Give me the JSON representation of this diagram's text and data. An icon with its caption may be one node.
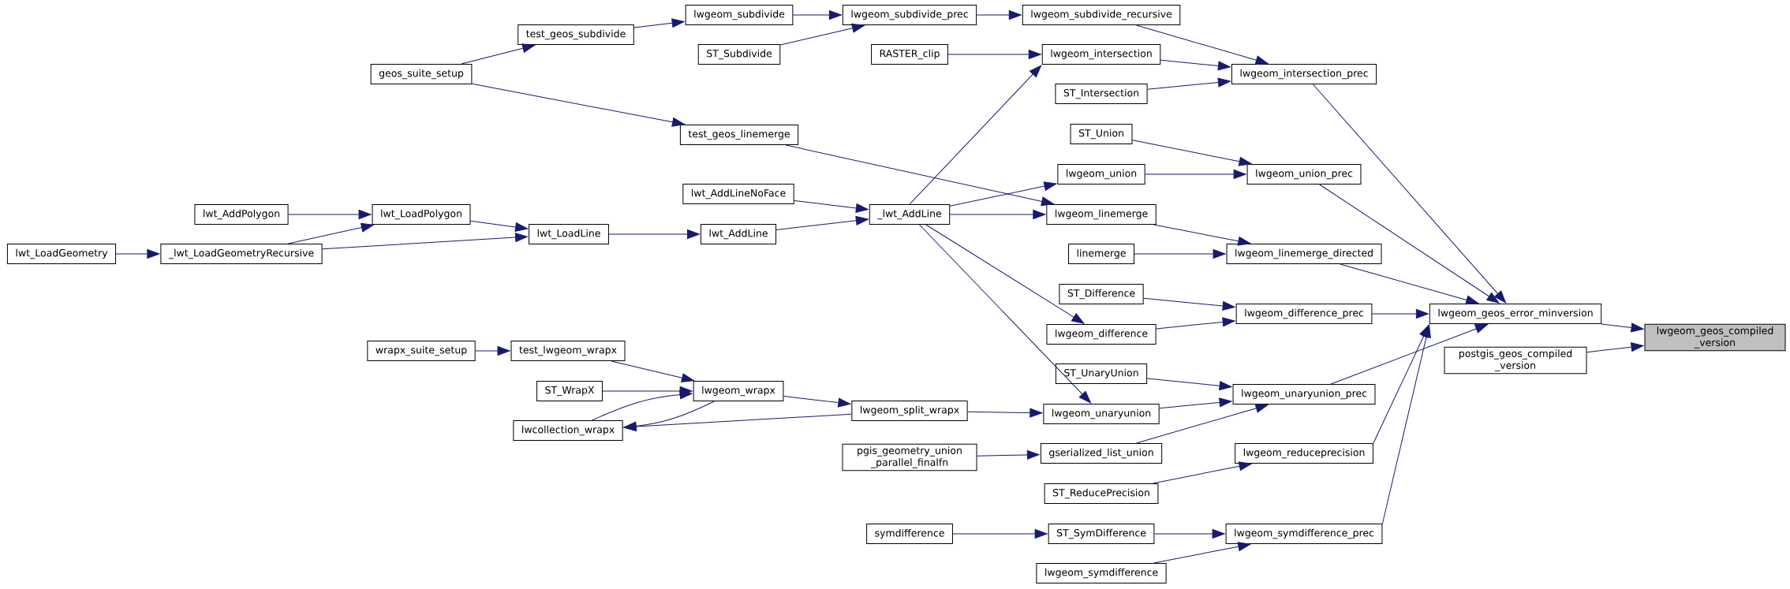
{
  "diagram": {
    "nodes": [
      {
        "text": [
          "lwt_LoadGeometry"
        ]
      },
      {
        "text": [
          "lwt_AddPolygon"
        ]
      },
      {
        "text": [
          "_lwt_LoadGeometryRecursive"
        ]
      },
      {
        "text": [
          "geos_suite_setup"
        ]
      },
      {
        "text": [
          "lwt_LoadPolygon"
        ]
      },
      {
        "text": [
          "wrapx_suite_setup"
        ]
      },
      {
        "text": [
          "test_geos_subdivide"
        ]
      },
      {
        "text": [
          "lwt_LoadLine"
        ]
      },
      {
        "text": [
          "test_lwgeom_wrapx"
        ]
      },
      {
        "text": [
          "ST_WrapX"
        ]
      },
      {
        "text": [
          "lwcollection_wrapx"
        ]
      },
      {
        "text": [
          "lwgeom_subdivide"
        ]
      },
      {
        "text": [
          "ST_Subdivide"
        ]
      },
      {
        "text": [
          "test_geos_linemerge"
        ]
      },
      {
        "text": [
          "lwt_AddLineNoFace"
        ]
      },
      {
        "text": [
          "lwt_AddLine"
        ]
      },
      {
        "text": [
          "lwgeom_wrapx"
        ]
      },
      {
        "text": [
          "lwgeom_subdivide_prec"
        ]
      },
      {
        "text": [
          "RASTER_clip"
        ]
      },
      {
        "text": [
          "_lwt_AddLine"
        ]
      },
      {
        "text": [
          "lwgeom_split_wrapx"
        ]
      },
      {
        "text": [
          "pgis_geometry_union _parallel_finalfn"
        ]
      },
      {
        "text": [
          "symdifference"
        ]
      },
      {
        "text": [
          "lwgeom_subdivide_recursive"
        ]
      },
      {
        "text": [
          "lwgeom_intersection"
        ]
      },
      {
        "text": [
          "ST_Intersection"
        ]
      },
      {
        "text": [
          "ST_Union"
        ]
      },
      {
        "text": [
          "lwgeom_union"
        ]
      },
      {
        "text": [
          "lwgeom_linemerge"
        ]
      },
      {
        "text": [
          "linemerge"
        ]
      },
      {
        "text": [
          "ST_Difference"
        ]
      },
      {
        "text": [
          "lwgeom_difference"
        ]
      },
      {
        "text": [
          "ST_UnaryUnion"
        ]
      },
      {
        "text": [
          "lwgeom_unaryunion"
        ]
      },
      {
        "text": [
          "gserialized_list_union"
        ]
      },
      {
        "text": [
          "ST_ReducePrecision"
        ]
      },
      {
        "text": [
          "ST_SymDifference"
        ]
      },
      {
        "text": [
          "lwgeom_symdifference"
        ]
      },
      {
        "text": [
          "lwgeom_intersection_prec"
        ]
      },
      {
        "text": [
          "lwgeom_union_prec"
        ]
      },
      {
        "text": [
          "lwgeom_linemerge_directed"
        ]
      },
      {
        "text": [
          "lwgeom_difference_prec"
        ]
      },
      {
        "text": [
          "lwgeom_unaryunion_prec"
        ]
      },
      {
        "text": [
          "lwgeom_reduceprecision"
        ]
      },
      {
        "text": [
          "lwgeom_symdifference_prec"
        ]
      },
      {
        "text": [
          "lwgeom_geos_error_minversion"
        ]
      },
      {
        "text": [
          "postgis_geos_compiled _version"
        ]
      },
      {
        "text": [
          "lwgeom_geos_compiled _version"
        ]
      }
    ],
    "edges": [
      {
        "from": 3,
        "to": 6,
        "arrow": "to"
      },
      {
        "from": 3,
        "to": 13,
        "arrow": "to"
      },
      {
        "from": 6,
        "to": 11,
        "arrow": "to"
      },
      {
        "from": 11,
        "to": 17,
        "arrow": "to"
      },
      {
        "from": 12,
        "to": 17,
        "arrow": "to"
      },
      {
        "from": 17,
        "to": 23,
        "arrow": "to"
      },
      {
        "from": 23,
        "to": 38,
        "arrow": "to"
      },
      {
        "from": 18,
        "to": 24,
        "arrow": "to"
      },
      {
        "from": 19,
        "to": 24,
        "arrow": "to"
      },
      {
        "from": 24,
        "to": 38,
        "arrow": "to"
      },
      {
        "from": 25,
        "to": 38,
        "arrow": "to"
      },
      {
        "from": 13,
        "to": 28,
        "arrow": "to"
      },
      {
        "from": 1,
        "to": 4,
        "arrow": "to"
      },
      {
        "from": 2,
        "to": 4,
        "arrow": "to"
      },
      {
        "from": 2,
        "to": 7,
        "arrow": "to"
      },
      {
        "from": 0,
        "to": 2,
        "arrow": "to"
      },
      {
        "from": 4,
        "to": 7,
        "arrow": "to"
      },
      {
        "from": 7,
        "to": 15,
        "arrow": "to"
      },
      {
        "from": 15,
        "to": 19,
        "arrow": "to"
      },
      {
        "from": 14,
        "to": 19,
        "arrow": "to"
      },
      {
        "from": 19,
        "to": 27,
        "arrow": "to"
      },
      {
        "from": 19,
        "to": 28,
        "arrow": "to"
      },
      {
        "from": 19,
        "to": 31,
        "arrow": "to"
      },
      {
        "from": 19,
        "to": 33,
        "arrow": "to"
      },
      {
        "from": 26,
        "to": 39,
        "arrow": "to"
      },
      {
        "from": 27,
        "to": 39,
        "arrow": "to"
      },
      {
        "from": 28,
        "to": 40,
        "arrow": "to"
      },
      {
        "from": 29,
        "to": 40,
        "arrow": "to"
      },
      {
        "from": 30,
        "to": 41,
        "arrow": "to"
      },
      {
        "from": 31,
        "to": 41,
        "arrow": "to"
      },
      {
        "from": 5,
        "to": 8,
        "arrow": "to"
      },
      {
        "from": 8,
        "to": 16,
        "arrow": "to"
      },
      {
        "from": 9,
        "to": 16,
        "arrow": "to"
      },
      {
        "from": 10,
        "to": 16,
        "arrow": "to"
      },
      {
        "from": 16,
        "to": 10,
        "arrow": "to"
      },
      {
        "from": 16,
        "to": 20,
        "arrow": "to"
      },
      {
        "from": 20,
        "to": 10,
        "arrow": "to"
      },
      {
        "from": 20,
        "to": 33,
        "arrow": "to"
      },
      {
        "from": 21,
        "to": 34,
        "arrow": "to"
      },
      {
        "from": 22,
        "to": 36,
        "arrow": "to"
      },
      {
        "from": 32,
        "to": 42,
        "arrow": "to"
      },
      {
        "from": 33,
        "to": 42,
        "arrow": "to"
      },
      {
        "from": 34,
        "to": 42,
        "arrow": "to"
      },
      {
        "from": 35,
        "to": 43,
        "arrow": "to"
      },
      {
        "from": 36,
        "to": 44,
        "arrow": "to"
      },
      {
        "from": 37,
        "to": 44,
        "arrow": "to"
      },
      {
        "from": 38,
        "to": 45,
        "arrow": "to"
      },
      {
        "from": 39,
        "to": 45,
        "arrow": "to"
      },
      {
        "from": 40,
        "to": 45,
        "arrow": "to"
      },
      {
        "from": 41,
        "to": 45,
        "arrow": "to"
      },
      {
        "from": 42,
        "to": 45,
        "arrow": "to"
      },
      {
        "from": 43,
        "to": 45,
        "arrow": "to"
      },
      {
        "from": 44,
        "to": 45,
        "arrow": "to"
      },
      {
        "from": 45,
        "to": 47,
        "arrow": "to"
      },
      {
        "from": 46,
        "to": 47,
        "arrow": "to"
      }
    ]
  }
}
